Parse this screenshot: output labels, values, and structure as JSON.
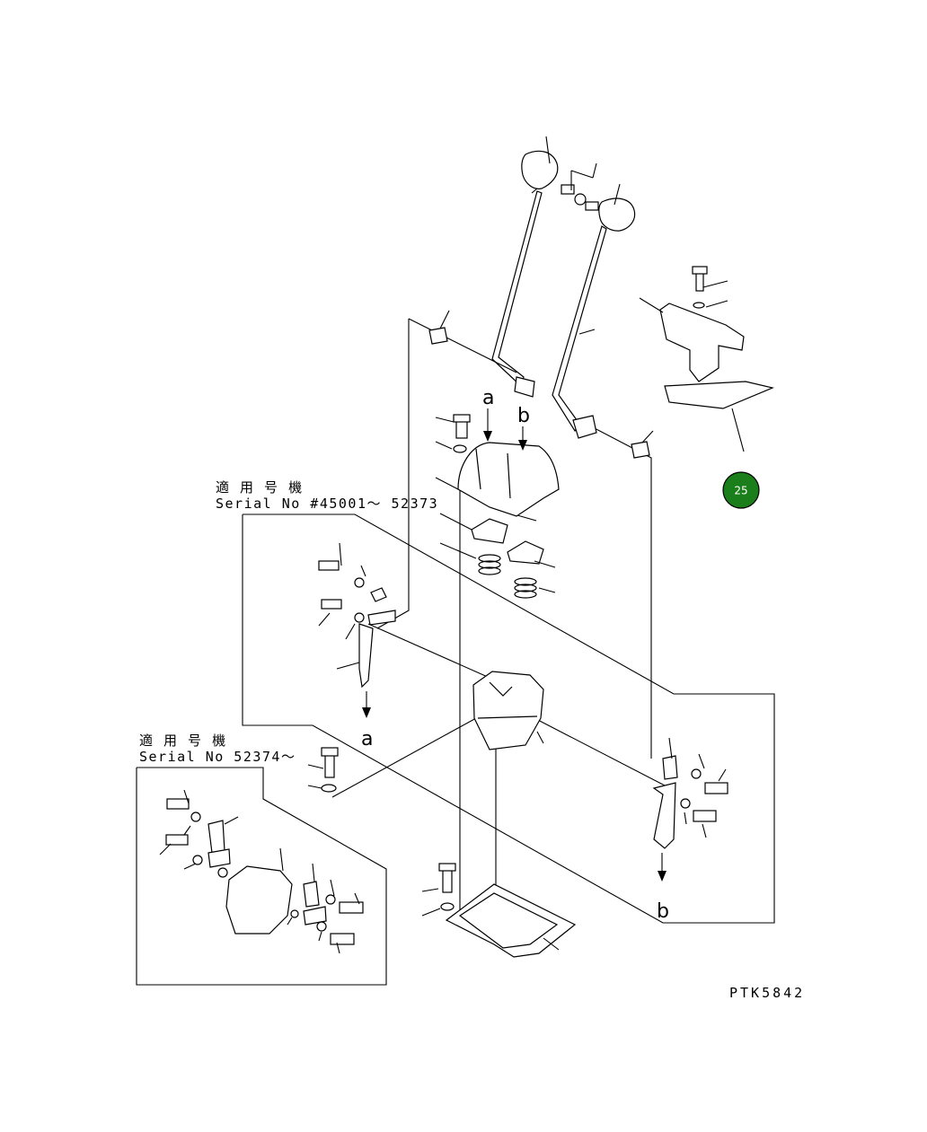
{
  "serial_block_1": {
    "jp": "適 用 号 機",
    "serial": "Serial No #45001～ 52373"
  },
  "serial_block_2": {
    "jp": "適 用 号 機",
    "serial": "Serial No 52374～"
  },
  "arrow_labels": {
    "a": "a",
    "b": "b"
  },
  "drawing_code": "PTK5842",
  "hotspot": {
    "label": "25",
    "color": "#1a7f1a"
  }
}
